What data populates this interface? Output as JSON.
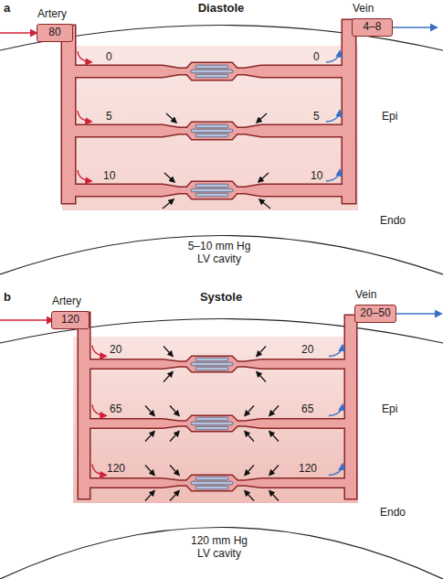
{
  "diagram": {
    "nodes": [
      {
        "text": [
          "Artery",
          "80"
        ]
      },
      {
        "text": [
          "Vein",
          "4–8"
        ]
      },
      {
        "text": [
          "Artery",
          "120"
        ]
      },
      {
        "text": [
          "Vein",
          "20–50"
        ]
      }
    ],
    "labels": [
      "a",
      "Diastole",
      "0",
      "0",
      "5",
      "5",
      "10",
      "10",
      "Epi",
      "Endo",
      "5–10 mm Hg LV cavity",
      "b",
      "Systole",
      "20",
      "20",
      "65",
      "65",
      "120",
      "120",
      "Epi",
      "Endo",
      "120 mm Hg LV cavity"
    ]
  }
}
